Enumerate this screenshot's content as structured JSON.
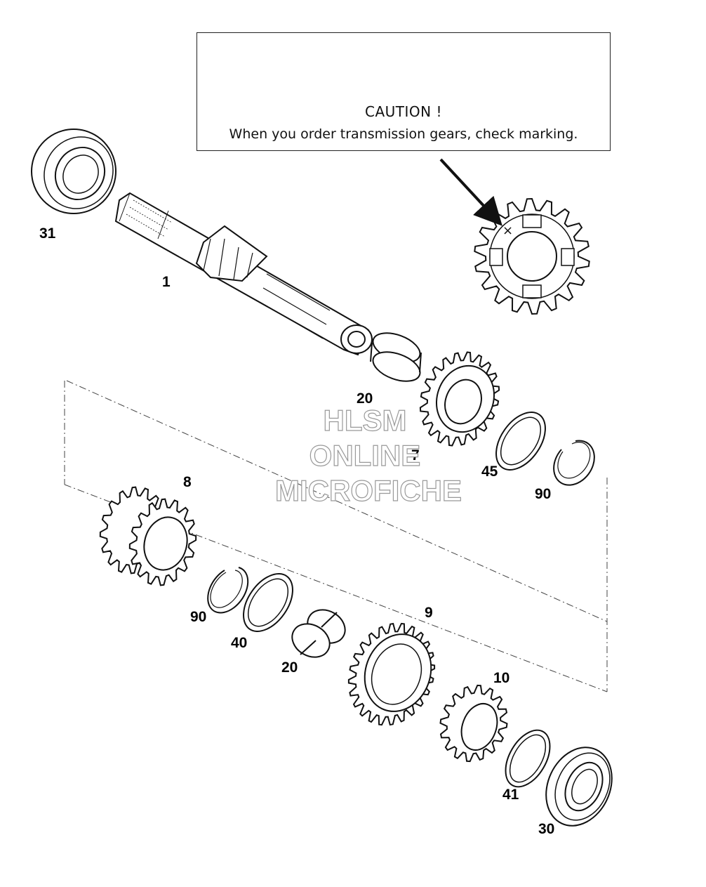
{
  "caution": {
    "title": "CAUTION !",
    "text": "When you order transmission gears, check marking."
  },
  "marking": "×",
  "callouts": {
    "c31": "31",
    "c1": "1",
    "c20a": "20",
    "c7": "7",
    "c45": "45",
    "c90a": "90",
    "c8": "8",
    "c90b": "90",
    "c40": "40",
    "c20b": "20",
    "c9": "9",
    "c10": "10",
    "c41": "41",
    "c30": "30"
  },
  "watermark": {
    "line1": "HLSM",
    "line2": "ONLINE",
    "line3": "MICROFICHE"
  }
}
